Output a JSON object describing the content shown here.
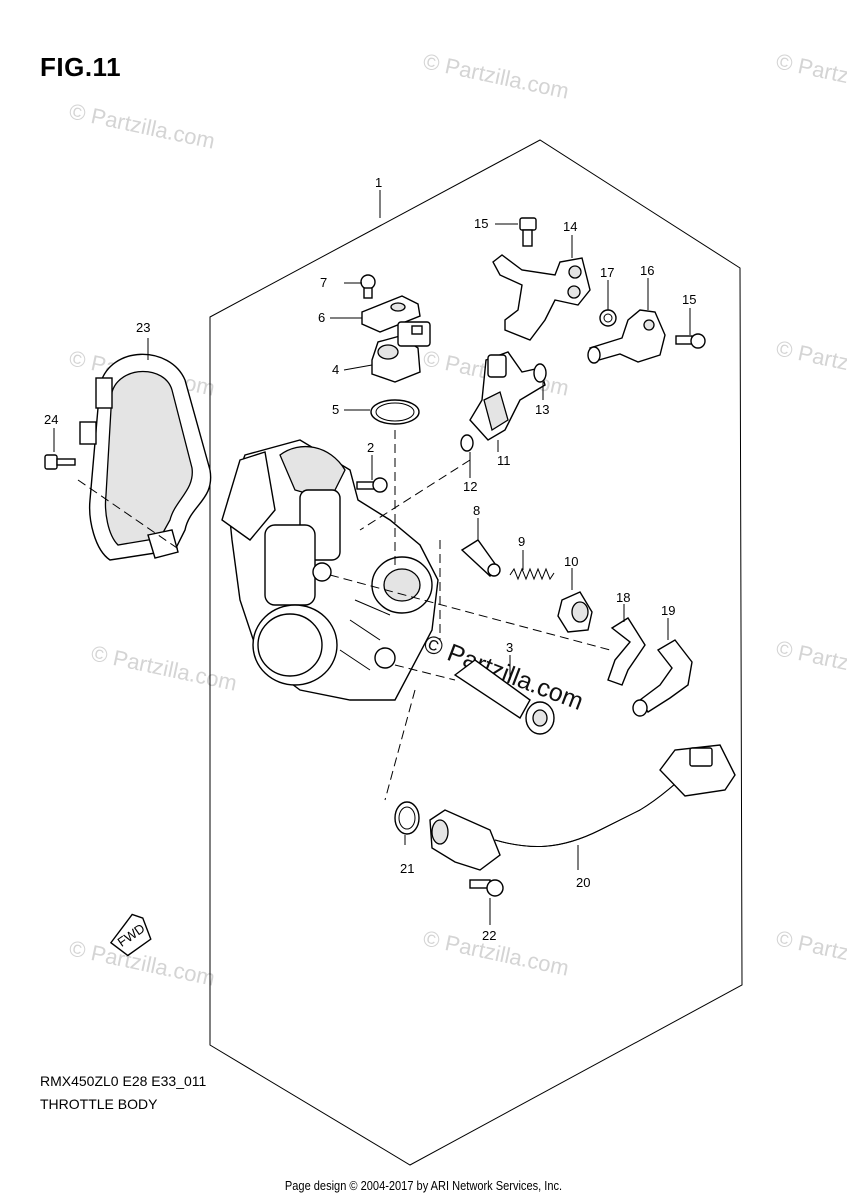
{
  "figure_label": "FIG.11",
  "model_code": "RMX450ZL0 E28 E33_011",
  "diagram_title": "THROTTLE BODY",
  "footer_text": "Page design © 2004-2017 by ARI Network Services, Inc.",
  "watermark_text": "© Partzilla.com",
  "fwd_label": "FWD",
  "callouts": {
    "c1": "1",
    "c2": "2",
    "c3": "3",
    "c4": "4",
    "c5": "5",
    "c6": "6",
    "c7": "7",
    "c8": "8",
    "c9": "9",
    "c10": "10",
    "c11": "11",
    "c12": "12",
    "c13": "13",
    "c14": "14",
    "c15a": "15",
    "c15b": "15",
    "c16": "16",
    "c17": "17",
    "c18": "18",
    "c19": "19",
    "c20": "20",
    "c21": "21",
    "c22": "22",
    "c23": "23",
    "c24": "24"
  }
}
